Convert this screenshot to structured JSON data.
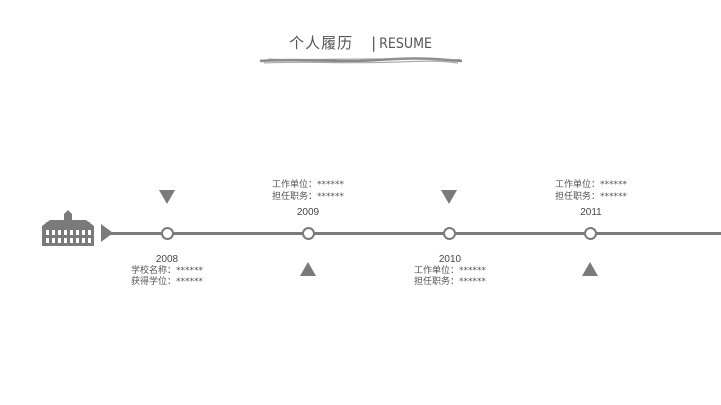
{
  "header": {
    "title_cn": "个人履历",
    "separator": "|",
    "title_en": "RESUME"
  },
  "timeline": {
    "entries": [
      {
        "year": "2008",
        "line1": "学校名称：******",
        "line2": "获得学位：******"
      },
      {
        "year": "2009",
        "line1": "工作单位：******",
        "line2": "担任职务：******"
      },
      {
        "year": "2010",
        "line1": "工作单位：******",
        "line2": "担任职务：******"
      },
      {
        "year": "2011",
        "line1": "工作单位：******",
        "line2": "担任职务：******"
      }
    ]
  },
  "colors": {
    "accent": "#7a7a7a",
    "text": "#555555",
    "background": "#ffffff"
  },
  "icons": [
    "building-icon",
    "triangle-down-icon",
    "triangle-up-icon",
    "arrow-right-icon"
  ]
}
